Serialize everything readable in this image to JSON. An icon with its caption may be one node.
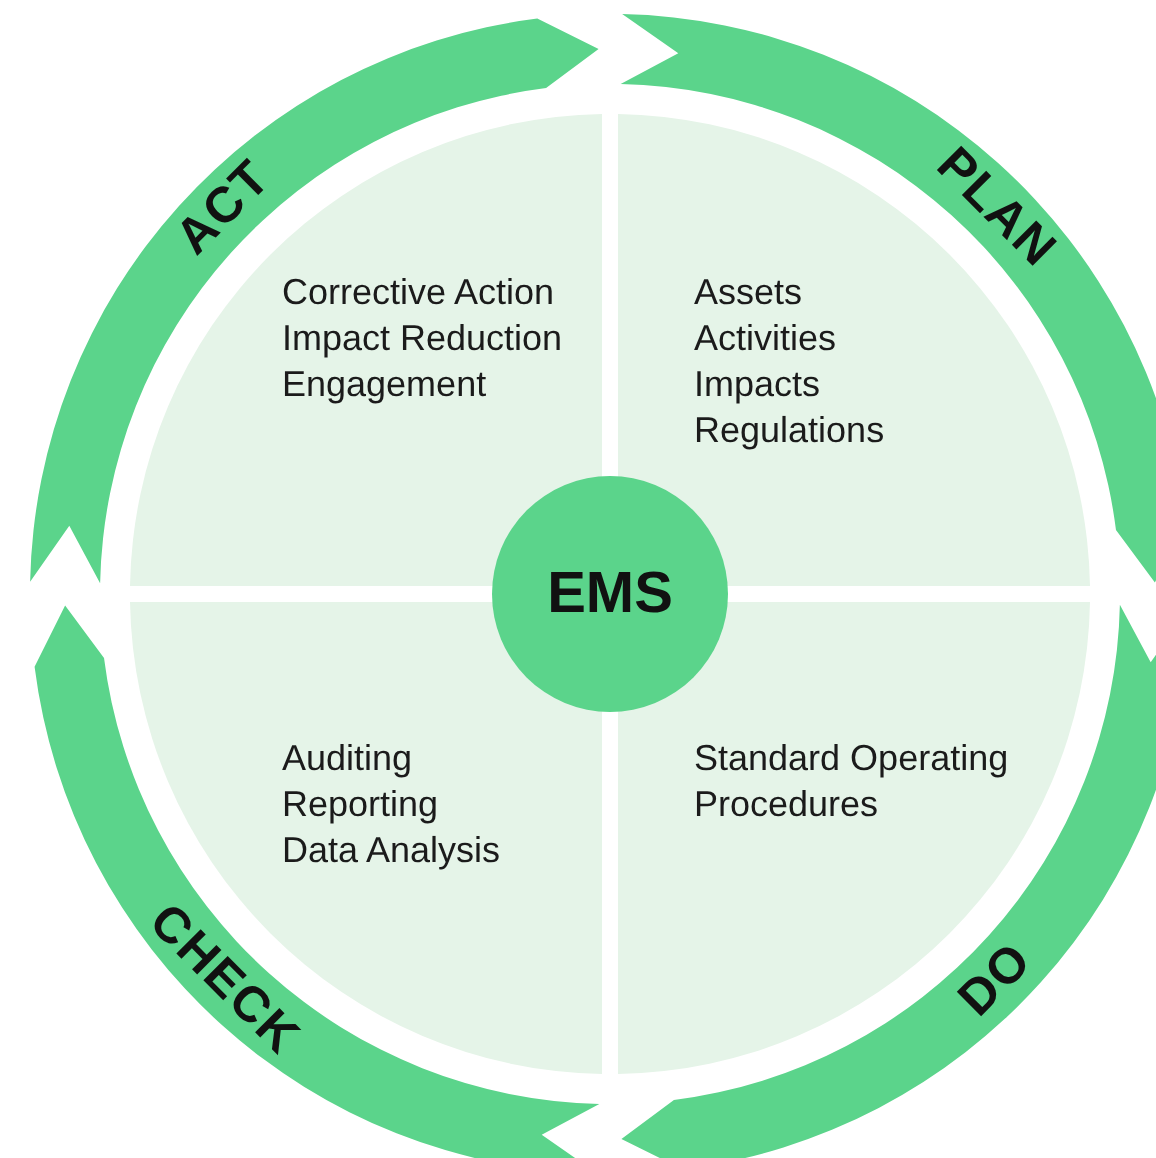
{
  "diagram": {
    "nodes": [
      {
        "text": [
          "ACT"
        ]
      },
      {
        "text": [
          "PLAN"
        ]
      },
      {
        "text": [
          "Corrective Action",
          "Impact Reduction",
          "Engagement"
        ]
      },
      {
        "text": [
          "Assets",
          "Activities",
          "Impacts",
          "Regulations"
        ]
      },
      {
        "text": [
          "EMS"
        ]
      },
      {
        "text": [
          "Auditing",
          "Reporting",
          "Data Analysis"
        ]
      },
      {
        "text": [
          "Standard Operating Procedures"
        ]
      },
      {
        "text": [
          "CHECK"
        ]
      },
      {
        "text": [
          "DO"
        ]
      }
    ]
  }
}
